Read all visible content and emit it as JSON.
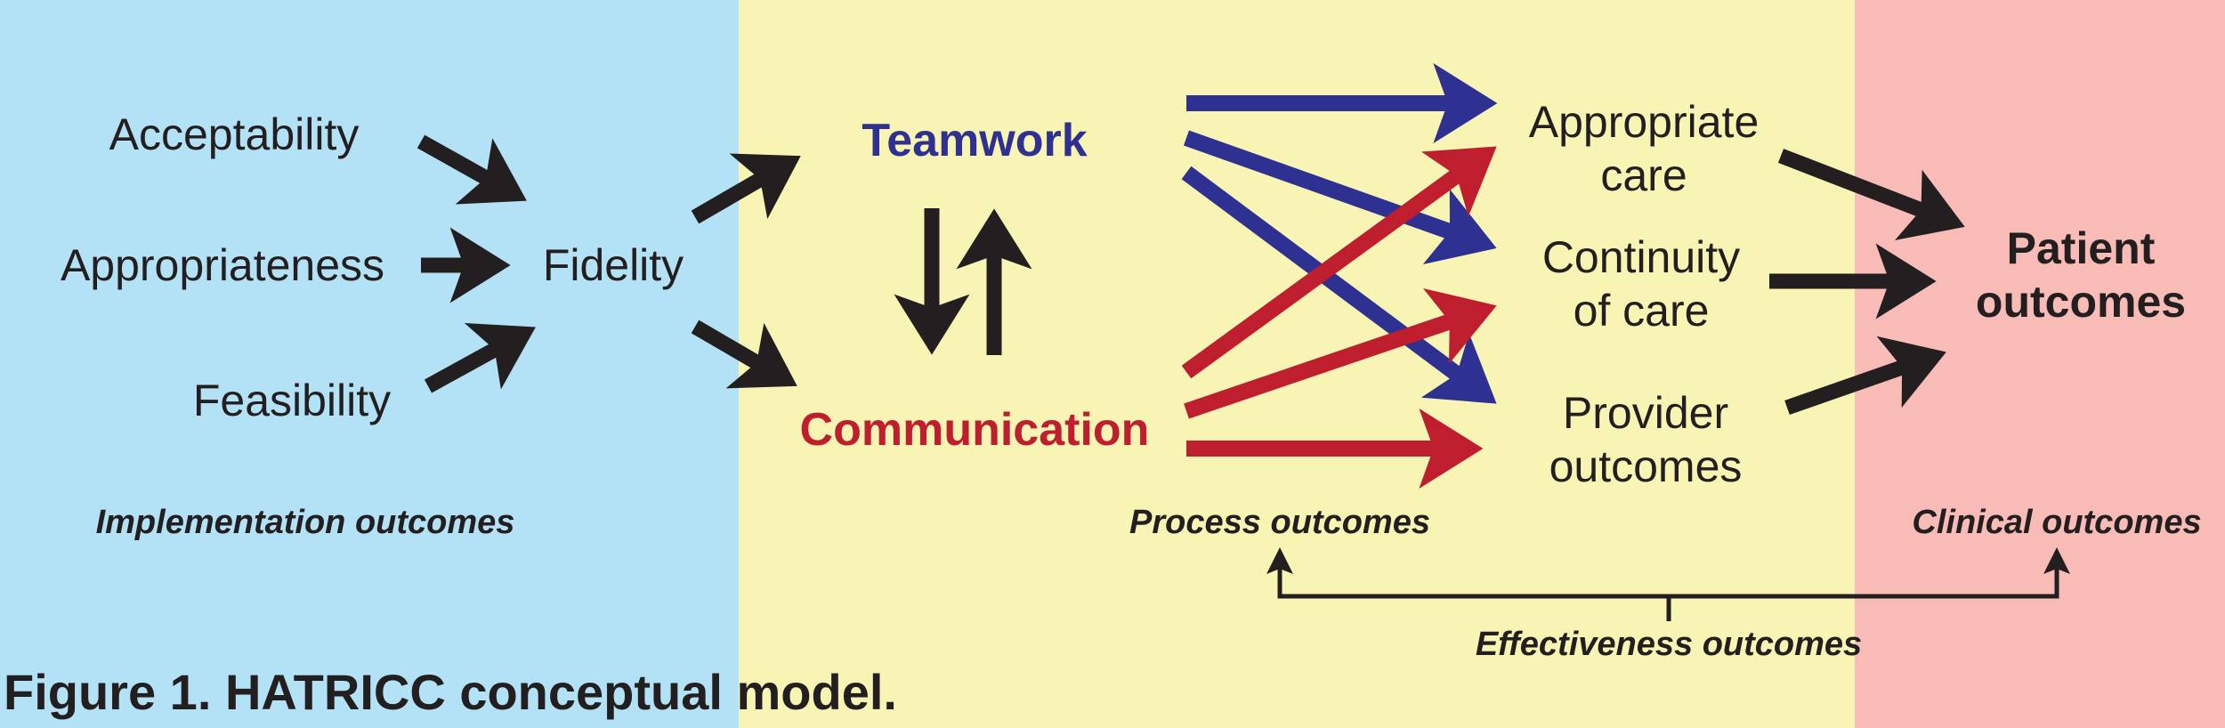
{
  "colors": {
    "implementation_bg": "#b3e1f5",
    "process_bg": "#f8f4b3",
    "clinical_bg": "#f8bbb5",
    "teamwork": "#2e3192",
    "communication": "#be1e2d",
    "arrow": "#231f20"
  },
  "implementation": {
    "acceptability": "Acceptability",
    "appropriateness": "Appropriateness",
    "feasibility": "Feasibility",
    "fidelity": "Fidelity",
    "label": "Implementation outcomes"
  },
  "process": {
    "teamwork": "Teamwork",
    "communication": "Communication",
    "appropriate_care_1": "Appropriate",
    "appropriate_care_2": "care",
    "continuity_1": "Continuity",
    "continuity_2": "of care",
    "provider_1": "Provider",
    "provider_2": "outcomes",
    "label": "Process outcomes"
  },
  "clinical": {
    "patient_1": "Patient",
    "patient_2": "outcomes",
    "label": "Clinical outcomes"
  },
  "effectiveness_label": "Effectiveness outcomes",
  "caption": "Figure 1. HATRICC conceptual model."
}
